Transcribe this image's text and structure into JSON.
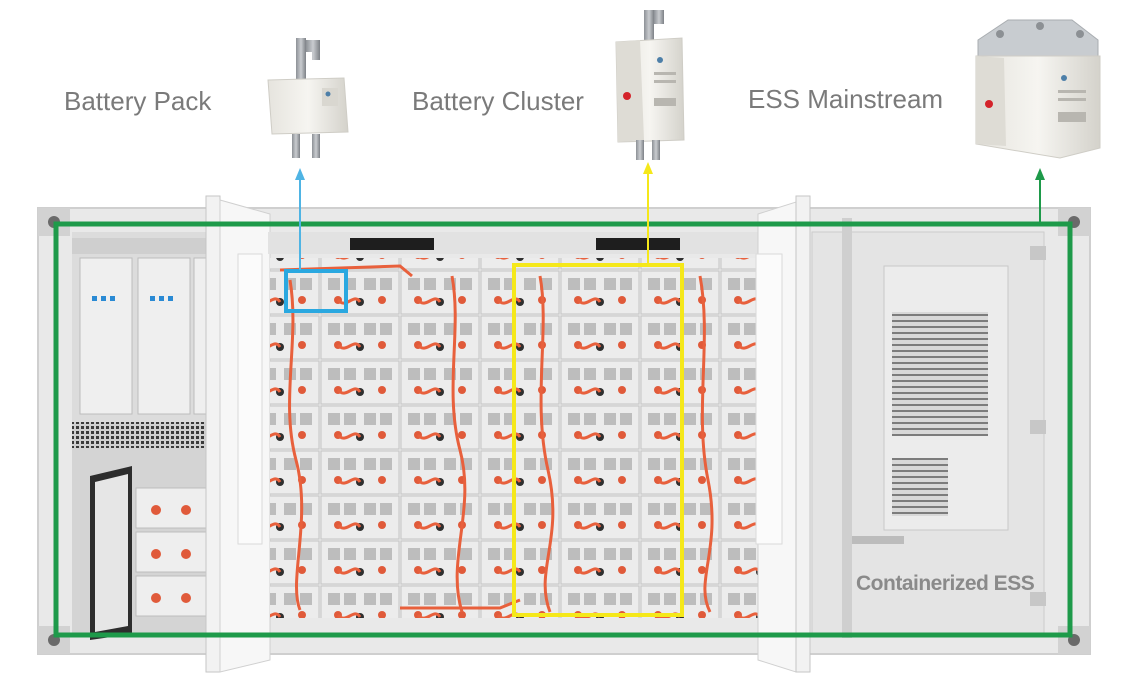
{
  "labels": {
    "battery_pack": "Battery Pack",
    "battery_cluster": "Battery Cluster",
    "ess_mainstream": "ESS Mainstream",
    "containerized": "Containerized ESS"
  },
  "colors": {
    "pack_highlight": "#2aa8e0",
    "cluster_highlight": "#f5e81a",
    "mainstream_highlight": "#1e9a4a",
    "cable": "#e8603c"
  },
  "icons": [
    "fuse-battery-pack",
    "fuse-battery-cluster",
    "fuse-ess-mainstream"
  ]
}
